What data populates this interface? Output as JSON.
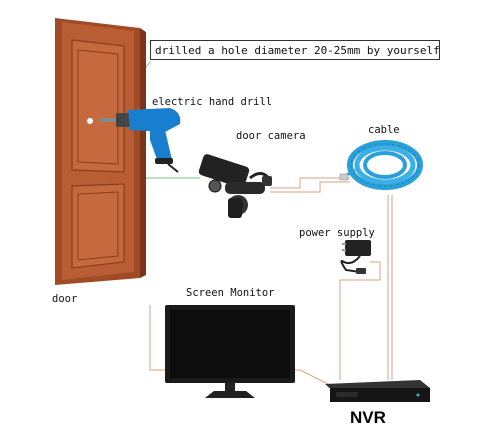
{
  "callout": {
    "text": "drilled a hole diameter 20-25mm by yourself"
  },
  "labels": {
    "drill": "electric hand drill",
    "door_camera": "door camera",
    "cable": "cable",
    "power_supply": "power supply",
    "door": "door",
    "screen_monitor": "Screen Monitor",
    "nvr": "NVR"
  },
  "colors": {
    "door_wood": "#b0552f",
    "door_dark": "#8a3d1f",
    "drill_blue": "#1a7ecf",
    "cable_blue": "#2a9fd8",
    "connector_line": "#d9a08a",
    "green_line": "#7cc27a",
    "monitor_black": "#1a1a1a"
  },
  "icons": [
    "door-icon",
    "drill-icon",
    "door-camera-icon",
    "cable-coil-icon",
    "power-supply-icon",
    "monitor-icon",
    "nvr-device-icon"
  ]
}
